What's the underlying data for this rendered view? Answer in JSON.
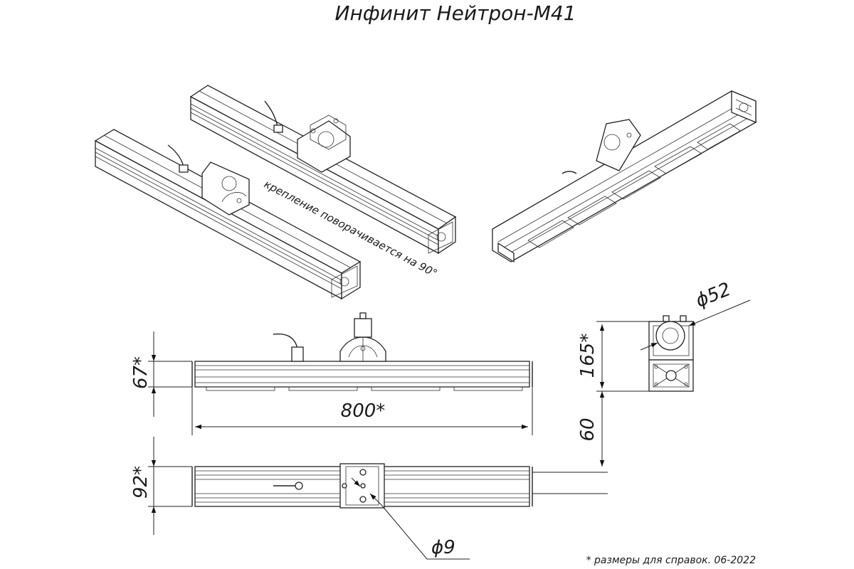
{
  "title": "Инфинит Нейтрон-М41",
  "annotation_rotation": "крепление поворачивается на 90°",
  "dimensions": {
    "height_side": "67*",
    "length": "800*",
    "height_top": "92*",
    "bracket_height": "165*",
    "gap": "60",
    "hole_diameter": "ϕ52",
    "mount_hole": "ϕ9"
  },
  "footnote": "* размеры для справок. 06-2022"
}
